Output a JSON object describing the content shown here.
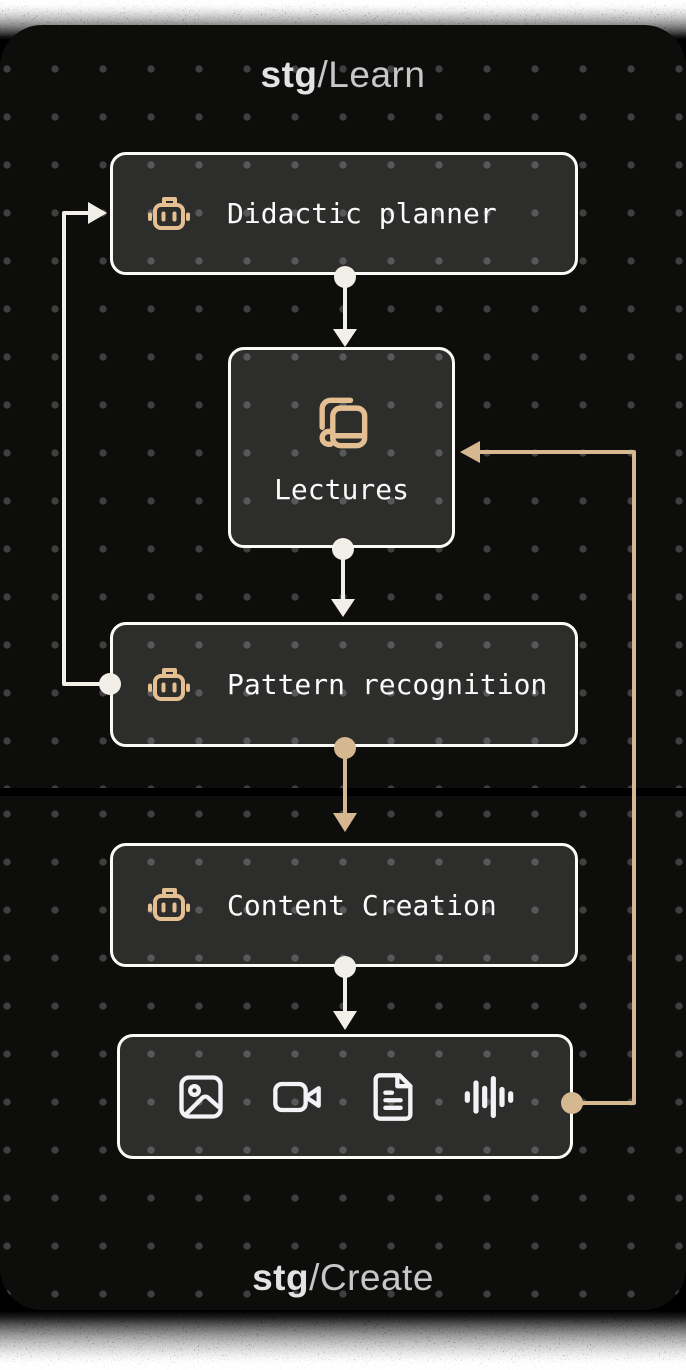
{
  "header": {
    "prefix": "stg",
    "rest": "/Learn"
  },
  "footer": {
    "prefix": "stg",
    "rest": "/Create"
  },
  "nodes": {
    "didactic": {
      "label": "Didactic planner",
      "icon": "robot-icon"
    },
    "lectures": {
      "label": "Lectures",
      "icon": "books-icon"
    },
    "pattern": {
      "label": "Pattern recognition",
      "icon": "robot-icon"
    },
    "content": {
      "label": "Content Creation",
      "icon": "robot-icon"
    },
    "outputs": {
      "icons": [
        "image-icon",
        "video-camera-icon",
        "file-text-icon",
        "audio-waveform-icon"
      ]
    }
  },
  "edges": [
    {
      "from": "didactic",
      "to": "lectures",
      "color": "white",
      "route": "straight-down"
    },
    {
      "from": "lectures",
      "to": "pattern",
      "color": "white",
      "route": "straight-down"
    },
    {
      "from": "pattern",
      "to": "didactic",
      "color": "white",
      "route": "feedback-left"
    },
    {
      "from": "pattern",
      "to": "content",
      "color": "tan",
      "route": "straight-down"
    },
    {
      "from": "content",
      "to": "outputs",
      "color": "white",
      "route": "straight-down"
    },
    {
      "from": "outputs",
      "to": "lectures",
      "color": "tan",
      "route": "feedback-right"
    }
  ],
  "colors": {
    "section_bg": "#0d0d0c",
    "dot_color": "#3f3f3f",
    "node_fill": "rgba(255,255,255,0.135)",
    "node_border": "#fbfaf7",
    "line_white": "#f2efe8",
    "accent_tan": "#d6b890",
    "accent_tan_bright": "#e3bf92",
    "icon_white": "#f2f3f6",
    "label_color": "#fafafa",
    "title_bold": "#e3e3e3",
    "title_light": "#c7c7c7"
  }
}
